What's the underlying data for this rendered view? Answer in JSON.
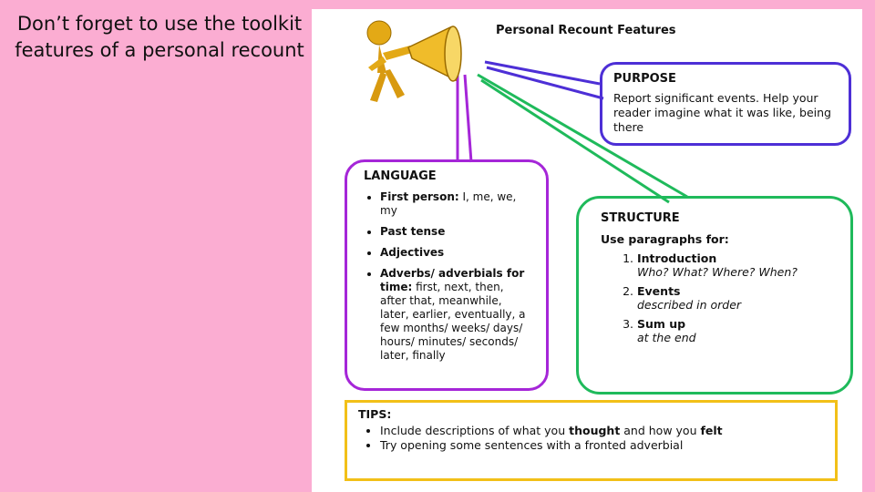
{
  "slide": {
    "title": "Don’t forget to use the toolkit features of a personal recount"
  },
  "card": {
    "title": "Personal Recount Features",
    "purpose": {
      "heading": "PURPOSE",
      "text": "Report significant events. Help your reader imagine what it was like, being there"
    },
    "language": {
      "heading": "LANGUAGE",
      "items": [
        {
          "bold": "First person:",
          "rest": " I, me, we, my"
        },
        {
          "bold": "Past tense",
          "rest": ""
        },
        {
          "bold": "Adjectives",
          "rest": ""
        },
        {
          "bold": "Adverbs/ adverbials for time:",
          "rest": " first, next, then, after that, meanwhile, later, earlier, eventually, a few months/ weeks/ days/ hours/ minutes/ seconds/ later, finally"
        }
      ]
    },
    "structure": {
      "heading": "STRUCTURE",
      "subheading": "Use paragraphs for:",
      "items": [
        {
          "title": "Introduction",
          "detail": "Who? What? Where? When?"
        },
        {
          "title": "Events",
          "detail": "described in order"
        },
        {
          "title": "Sum up",
          "detail": "at the end"
        }
      ]
    },
    "tips": {
      "heading": "TIPS:",
      "items": [
        {
          "a": "Include descriptions of what you ",
          "b1": "thought",
          "c": " and how you ",
          "b2": "felt"
        },
        {
          "a": "Try opening some sentences with a fronted adverbial",
          "b1": "",
          "c": "",
          "b2": ""
        }
      ]
    },
    "colors": {
      "purpose": "#4d2fd6",
      "language": "#a526d8",
      "structure": "#1fba5b",
      "tips": "#f2c018",
      "figure": "#e3a916"
    },
    "icons": [
      "megaphone-figure-icon"
    ]
  }
}
